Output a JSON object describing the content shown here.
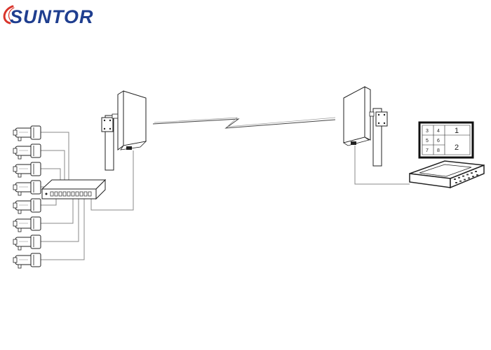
{
  "brand": {
    "logo_text": "SUNTOR",
    "logo_color": "#1f3e8f",
    "swoosh_color": "#d9342b"
  },
  "line_color": "#888888",
  "stroke_color": "#222222",
  "monitor": {
    "cells_small": [
      "3",
      "4",
      "5",
      "6",
      "7",
      "8"
    ],
    "cells_large": [
      "1",
      "2"
    ]
  },
  "cameras": {
    "count": 8
  },
  "switch": {
    "port_count": 10
  }
}
